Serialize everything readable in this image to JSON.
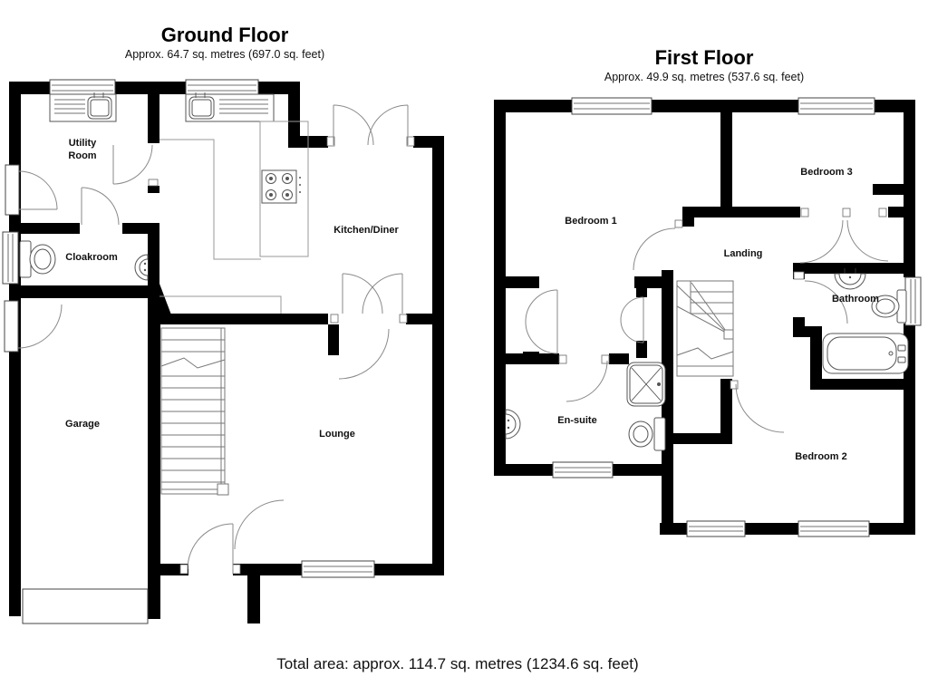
{
  "colors": {
    "background": "#ffffff",
    "walls": "#000000",
    "fixtures": "#555555",
    "door_arcs": "#8a8a8a"
  },
  "ground_floor": {
    "title": "Ground Floor",
    "subtitle": "Approx. 64.7 sq. metres (697.0 sq. feet)",
    "rooms": {
      "utility_room": [
        "Utility",
        "Room"
      ],
      "cloakroom": "Cloakroom",
      "kitchen_diner": "Kitchen/Diner",
      "garage": "Garage",
      "lounge": "Lounge"
    }
  },
  "first_floor": {
    "title": "First Floor",
    "subtitle": "Approx. 49.9 sq. metres (537.6 sq. feet)",
    "rooms": {
      "bedroom_1": "Bedroom 1",
      "bedroom_2": "Bedroom 2",
      "bedroom_3": "Bedroom 3",
      "landing": "Landing",
      "bathroom": "Bathroom",
      "en_suite": "En-suite"
    }
  },
  "footer": {
    "total_area": "Total area: approx. 114.7 sq. metres (1234.6 sq. feet)"
  }
}
